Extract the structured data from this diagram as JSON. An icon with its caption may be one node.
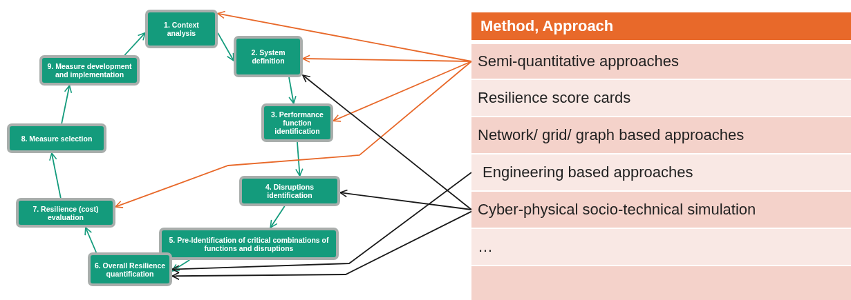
{
  "diagram": {
    "nodes": [
      {
        "text": [
          "1. Context analysis"
        ]
      },
      {
        "text": [
          "2. System definition"
        ]
      },
      {
        "text": [
          "3. Performance function identification"
        ]
      },
      {
        "text": [
          "4. Disruptions identification"
        ]
      },
      {
        "text": [
          "5. Pre-Identification of critical combinations of functions and disruptions"
        ]
      },
      {
        "text": [
          "6. Overall Resilience quantification"
        ]
      },
      {
        "text": [
          "7. Resilience (cost) evaluation"
        ]
      },
      {
        "text": [
          "8. Measure selection"
        ]
      },
      {
        "text": [
          "9. Measure development and implementation"
        ]
      },
      {
        "text": [
          "Method, Approach"
        ]
      },
      {
        "text": [
          "Semi-quantitative approaches"
        ]
      },
      {
        "text": [
          "Resilience score cards"
        ]
      },
      {
        "text": [
          "Network/ grid/ graph based approaches"
        ]
      },
      {
        "text": [
          "Engineering based approaches"
        ]
      },
      {
        "text": [
          "Cyber-physical socio-technical simulation"
        ]
      },
      {
        "text": [
          "…"
        ]
      },
      {
        "text": [],
        "shape": "bar"
      }
    ],
    "edges": [
      {
        "from": 0,
        "to": 1,
        "arrow": "to"
      },
      {
        "from": 1,
        "to": 2,
        "arrow": "to"
      },
      {
        "from": 2,
        "to": 3,
        "arrow": "to"
      },
      {
        "from": 3,
        "to": 4,
        "arrow": "to"
      },
      {
        "from": 4,
        "to": 5,
        "arrow": "to"
      },
      {
        "from": 5,
        "to": 6,
        "arrow": "to"
      },
      {
        "from": 6,
        "to": 7,
        "arrow": "to"
      },
      {
        "from": 7,
        "to": 8,
        "arrow": "to"
      },
      {
        "from": 8,
        "to": 0,
        "arrow": "to"
      },
      {
        "from": 10,
        "to": 0,
        "arrow": "to",
        "color": "#e8692a"
      },
      {
        "from": 10,
        "to": 1,
        "arrow": "to",
        "color": "#e8692a"
      },
      {
        "from": 10,
        "to": 2,
        "arrow": "to",
        "color": "#e8692a"
      },
      {
        "from": 10,
        "to": 6,
        "arrow": "to",
        "color": "#e8692a"
      },
      {
        "from": 14,
        "to": 1,
        "arrow": "to",
        "color": "#1a1a1a"
      },
      {
        "from": 14,
        "to": 3,
        "arrow": "to",
        "color": "#1a1a1a"
      },
      {
        "from": 14,
        "to": 5,
        "arrow": "to",
        "color": "#1a1a1a"
      },
      {
        "from": 13,
        "to": 5,
        "arrow": "to",
        "color": "#1a1a1a"
      }
    ]
  }
}
